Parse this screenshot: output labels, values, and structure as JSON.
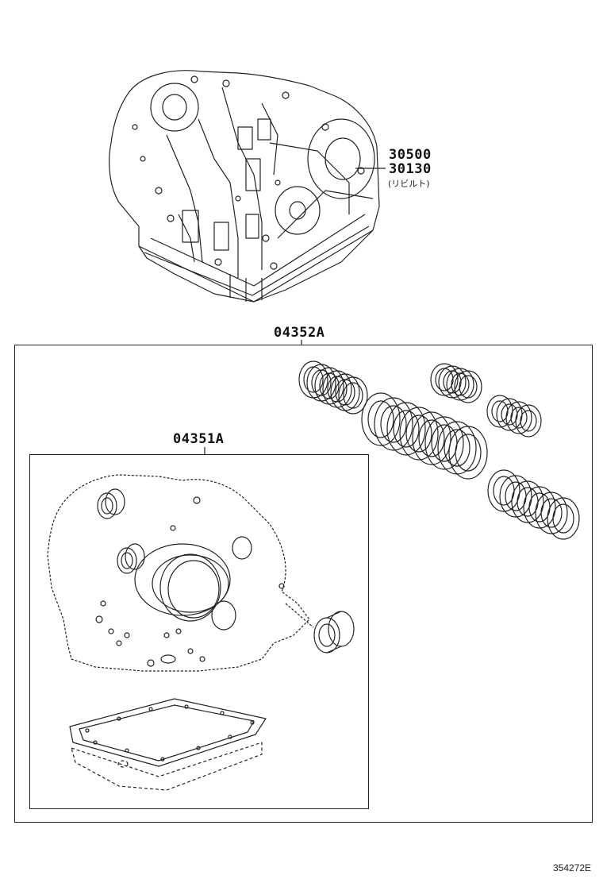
{
  "parts": {
    "assembly_number_1": "30500",
    "assembly_number_2": "30130",
    "assembly_note": "(リビルト)",
    "outer_kit": "04352A",
    "inner_kit": "04351A"
  },
  "figure_id": "354272E"
}
